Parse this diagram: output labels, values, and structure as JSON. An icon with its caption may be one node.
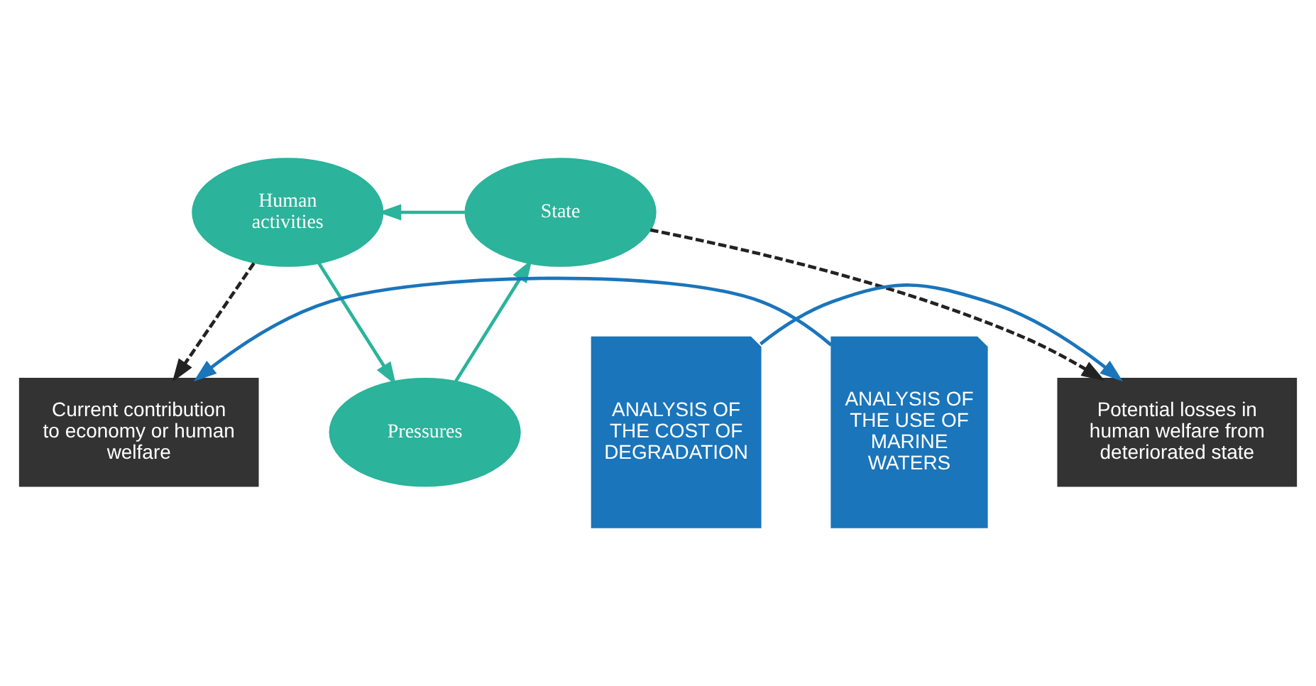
{
  "diagram": {
    "nodes": [
      {
        "text": [
          "Human activities"
        ]
      },
      {
        "text": [
          "Pressures"
        ]
      },
      {
        "text": [
          "State"
        ]
      },
      {
        "text": [
          "Current contribution to economy or human welfare"
        ]
      },
      {
        "text": [
          "Potential losses in human welfare from deteriorated state"
        ]
      },
      {
        "text": [
          "ANALYSIS OF THE USE OF MARINE WATERS"
        ]
      },
      {
        "text": [
          "ANALYSIS OF THE COST OF DEGRADATION"
        ]
      }
    ],
    "edges": [
      {
        "from": 0,
        "to": 1,
        "arrow": "to"
      },
      {
        "from": 1,
        "to": 2,
        "arrow": "to"
      },
      {
        "from": 2,
        "to": 0,
        "arrow": "to"
      },
      {
        "from": 0,
        "to": 3,
        "arrow": "to",
        "style": "dashed",
        "color": "#222222"
      },
      {
        "from": 2,
        "to": 4,
        "arrow": "to",
        "style": "dashed",
        "color": "#222222"
      },
      {
        "from": 5,
        "to": 3,
        "arrow": "to",
        "color": "#1a75bb"
      },
      {
        "from": 6,
        "to": 4,
        "arrow": "to",
        "color": "#1a75bb"
      }
    ]
  }
}
